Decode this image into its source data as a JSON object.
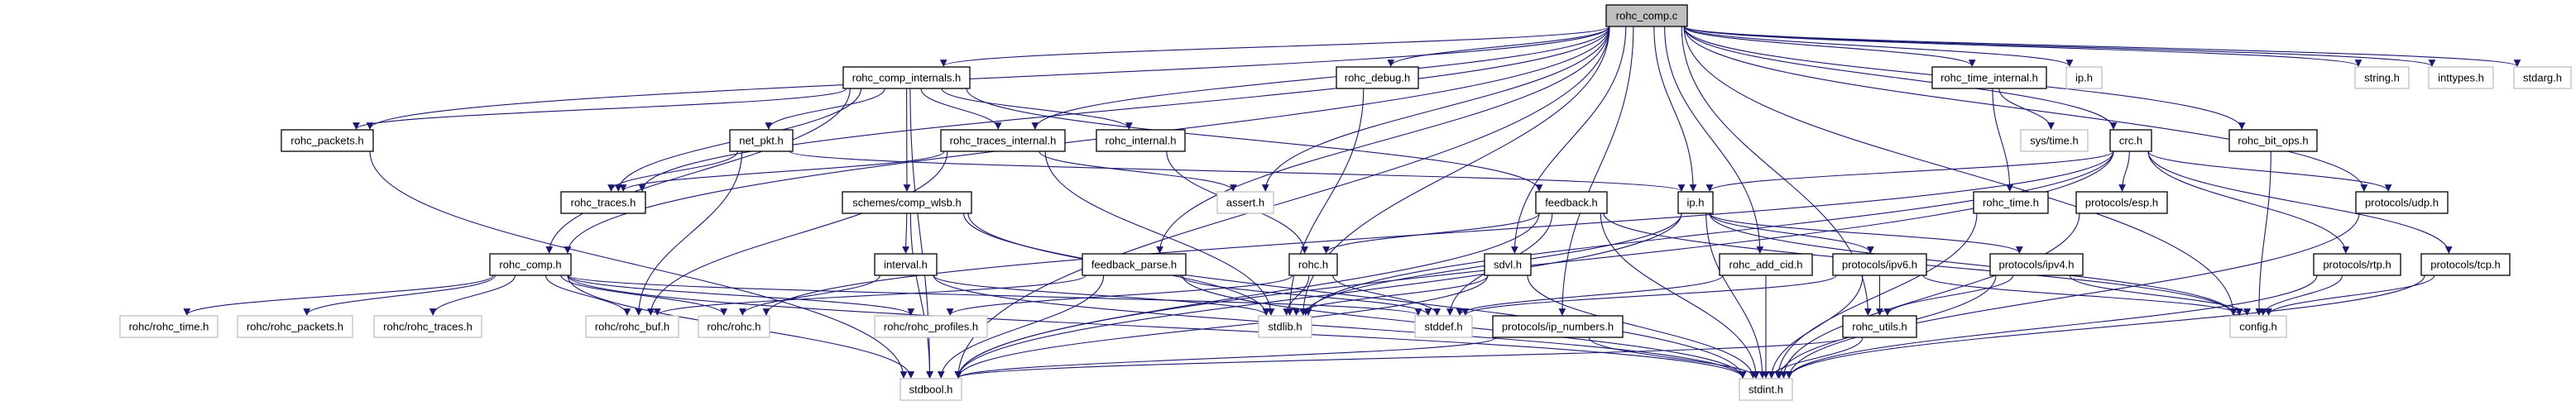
{
  "graph": {
    "edge_color": "#191970",
    "node_border_color": "#000000",
    "external_border_color": "#bfbfbf",
    "root_fill_color": "#bfbfbf",
    "nodes": [
      {
        "id": "rohc_comp_c",
        "label": "rohc_comp.c",
        "kind": "root"
      },
      {
        "id": "rohc_comp_internals_h",
        "label": "rohc_comp_internals.h",
        "kind": "documented"
      },
      {
        "id": "rohc_debug_h",
        "label": "rohc_debug.h",
        "kind": "documented"
      },
      {
        "id": "rohc_time_internal_h",
        "label": "rohc_time_internal.h",
        "kind": "documented"
      },
      {
        "id": "ip_h_sys",
        "label": "ip.h",
        "kind": "external"
      },
      {
        "id": "string_h",
        "label": "string.h",
        "kind": "external"
      },
      {
        "id": "inttypes_h",
        "label": "inttypes.h",
        "kind": "external"
      },
      {
        "id": "stdarg_h",
        "label": "stdarg.h",
        "kind": "external"
      },
      {
        "id": "rohc_packets_h",
        "label": "rohc_packets.h",
        "kind": "documented"
      },
      {
        "id": "net_pkt_h",
        "label": "net_pkt.h",
        "kind": "documented"
      },
      {
        "id": "rohc_traces_internal_h",
        "label": "rohc_traces_internal.h",
        "kind": "documented"
      },
      {
        "id": "rohc_internal_h",
        "label": "rohc_internal.h",
        "kind": "documented"
      },
      {
        "id": "sys_time_h",
        "label": "sys/time.h",
        "kind": "external"
      },
      {
        "id": "crc_h",
        "label": "crc.h",
        "kind": "documented"
      },
      {
        "id": "rohc_bit_ops_h",
        "label": "rohc_bit_ops.h",
        "kind": "documented"
      },
      {
        "id": "rohc_traces_h",
        "label": "rohc_traces.h",
        "kind": "documented"
      },
      {
        "id": "schemes_comp_wlsb_h",
        "label": "schemes/comp_wlsb.h",
        "kind": "documented"
      },
      {
        "id": "assert_h",
        "label": "assert.h",
        "kind": "external"
      },
      {
        "id": "feedback_h",
        "label": "feedback.h",
        "kind": "documented"
      },
      {
        "id": "ip_h",
        "label": "ip.h",
        "kind": "documented"
      },
      {
        "id": "rohc_time_h",
        "label": "rohc_time.h",
        "kind": "documented"
      },
      {
        "id": "protocols_esp_h",
        "label": "protocols/esp.h",
        "kind": "documented"
      },
      {
        "id": "protocols_udp_h",
        "label": "protocols/udp.h",
        "kind": "documented"
      },
      {
        "id": "rohc_comp_h",
        "label": "rohc_comp.h",
        "kind": "documented"
      },
      {
        "id": "interval_h",
        "label": "interval.h",
        "kind": "documented"
      },
      {
        "id": "feedback_parse_h",
        "label": "feedback_parse.h",
        "kind": "documented"
      },
      {
        "id": "rohc_h",
        "label": "rohc.h",
        "kind": "documented"
      },
      {
        "id": "sdvl_h",
        "label": "sdvl.h",
        "kind": "documented"
      },
      {
        "id": "rohc_add_cid_h",
        "label": "rohc_add_cid.h",
        "kind": "documented"
      },
      {
        "id": "protocols_ipv6_h",
        "label": "protocols/ipv6.h",
        "kind": "documented"
      },
      {
        "id": "protocols_ipv4_h",
        "label": "protocols/ipv4.h",
        "kind": "documented"
      },
      {
        "id": "protocols_rtp_h",
        "label": "protocols/rtp.h",
        "kind": "documented"
      },
      {
        "id": "protocols_tcp_h",
        "label": "protocols/tcp.h",
        "kind": "documented"
      },
      {
        "id": "rohc_rohc_time_h",
        "label": "rohc/rohc_time.h",
        "kind": "external"
      },
      {
        "id": "rohc_rohc_packets_h",
        "label": "rohc/rohc_packets.h",
        "kind": "external"
      },
      {
        "id": "rohc_rohc_traces_h",
        "label": "rohc/rohc_traces.h",
        "kind": "external"
      },
      {
        "id": "rohc_rohc_buf_h",
        "label": "rohc/rohc_buf.h",
        "kind": "external"
      },
      {
        "id": "rohc_rohc_h",
        "label": "rohc/rohc.h",
        "kind": "external"
      },
      {
        "id": "rohc_rohc_profiles_h",
        "label": "rohc/rohc_profiles.h",
        "kind": "external"
      },
      {
        "id": "stdlib_h",
        "label": "stdlib.h",
        "kind": "external"
      },
      {
        "id": "stddef_h",
        "label": "stddef.h",
        "kind": "external"
      },
      {
        "id": "protocols_ip_numbers_h",
        "label": "protocols/ip_numbers.h",
        "kind": "documented"
      },
      {
        "id": "rohc_utils_h",
        "label": "rohc_utils.h",
        "kind": "documented"
      },
      {
        "id": "config_h",
        "label": "config.h",
        "kind": "external"
      },
      {
        "id": "stdbool_h",
        "label": "stdbool.h",
        "kind": "external"
      },
      {
        "id": "stdint_h",
        "label": "stdint.h",
        "kind": "external"
      }
    ],
    "edges": [
      [
        "rohc_comp_c",
        "stdbool_h"
      ],
      [
        "rohc_comp_c",
        "rohc_packets_h"
      ],
      [
        "rohc_comp_c",
        "rohc_comp_internals_h"
      ],
      [
        "rohc_comp_c",
        "rohc_comp_h"
      ],
      [
        "rohc_comp_c",
        "rohc_traces_h"
      ],
      [
        "rohc_comp_c",
        "rohc_traces_internal_h"
      ],
      [
        "rohc_comp_c",
        "rohc_debug_h"
      ],
      [
        "rohc_comp_c",
        "assert_h"
      ],
      [
        "rohc_comp_c",
        "stdlib_h"
      ],
      [
        "rohc_comp_c",
        "feedback_parse_h"
      ],
      [
        "rohc_comp_c",
        "sdvl_h"
      ],
      [
        "rohc_comp_c",
        "protocols_ip_numbers_h"
      ],
      [
        "rohc_comp_c",
        "rohc_add_cid_h"
      ],
      [
        "rohc_comp_c",
        "rohc_utils_h"
      ],
      [
        "rohc_comp_c",
        "rohc_time_internal_h"
      ],
      [
        "rohc_comp_c",
        "ip_h_sys"
      ],
      [
        "rohc_comp_c",
        "crc_h"
      ],
      [
        "rohc_comp_c",
        "rohc_bit_ops_h"
      ],
      [
        "rohc_comp_c",
        "protocols_udp_h"
      ],
      [
        "rohc_comp_c",
        "config_h"
      ],
      [
        "rohc_comp_c",
        "string_h"
      ],
      [
        "rohc_comp_c",
        "inttypes_h"
      ],
      [
        "rohc_comp_c",
        "stdarg_h"
      ],
      [
        "rohc_comp_c",
        "ip_h"
      ],
      [
        "rohc_comp_internals_h",
        "rohc_packets_h"
      ],
      [
        "rohc_comp_internals_h",
        "net_pkt_h"
      ],
      [
        "rohc_comp_internals_h",
        "rohc_traces_internal_h"
      ],
      [
        "rohc_comp_internals_h",
        "rohc_internal_h"
      ],
      [
        "rohc_comp_internals_h",
        "schemes_comp_wlsb_h"
      ],
      [
        "rohc_comp_internals_h",
        "feedback_h"
      ],
      [
        "rohc_comp_internals_h",
        "rohc_comp_h"
      ],
      [
        "rohc_comp_internals_h",
        "rohc_traces_h"
      ],
      [
        "rohc_comp_internals_h",
        "stdbool_h"
      ],
      [
        "net_pkt_h",
        "rohc_traces_h"
      ],
      [
        "net_pkt_h",
        "rohc_rohc_buf_h"
      ],
      [
        "net_pkt_h",
        "ip_h"
      ],
      [
        "rohc_traces_internal_h",
        "rohc_traces_h"
      ],
      [
        "rohc_traces_internal_h",
        "assert_h"
      ],
      [
        "rohc_traces_internal_h",
        "stdlib_h"
      ],
      [
        "rohc_traces_internal_h",
        "rohc_rohc_buf_h"
      ],
      [
        "rohc_internal_h",
        "rohc_h"
      ],
      [
        "rohc_packets_h",
        "stdbool_h"
      ],
      [
        "rohc_debug_h",
        "stdlib_h"
      ],
      [
        "schemes_comp_wlsb_h",
        "interval_h"
      ],
      [
        "schemes_comp_wlsb_h",
        "stdbool_h"
      ],
      [
        "schemes_comp_wlsb_h",
        "stdint_h"
      ],
      [
        "schemes_comp_wlsb_h",
        "stdlib_h"
      ],
      [
        "interval_h",
        "rohc_rohc_h"
      ],
      [
        "interval_h",
        "stdint_h"
      ],
      [
        "interval_h",
        "stdlib_h"
      ],
      [
        "rohc_comp_h",
        "rohc_rohc_time_h"
      ],
      [
        "rohc_comp_h",
        "rohc_rohc_packets_h"
      ],
      [
        "rohc_comp_h",
        "rohc_rohc_traces_h"
      ],
      [
        "rohc_comp_h",
        "rohc_rohc_buf_h"
      ],
      [
        "rohc_comp_h",
        "rohc_rohc_h"
      ],
      [
        "rohc_comp_h",
        "rohc_rohc_profiles_h"
      ],
      [
        "rohc_comp_h",
        "stdbool_h"
      ],
      [
        "rohc_comp_h",
        "stdint_h"
      ],
      [
        "rohc_comp_h",
        "stddef_h"
      ],
      [
        "feedback_parse_h",
        "rohc_rohc_buf_h"
      ],
      [
        "feedback_parse_h",
        "stdbool_h"
      ],
      [
        "feedback_parse_h",
        "stdint_h"
      ],
      [
        "feedback_parse_h",
        "stddef_h"
      ],
      [
        "rohc_h",
        "stdlib_h"
      ],
      [
        "rohc_h",
        "stddef_h"
      ],
      [
        "rohc_h",
        "rohc_rohc_profiles_h"
      ],
      [
        "feedback_h",
        "rohc_h"
      ],
      [
        "feedback_h",
        "stdbool_h"
      ],
      [
        "feedback_h",
        "stdint_h"
      ],
      [
        "feedback_h",
        "stddef_h"
      ],
      [
        "feedback_h",
        "config_h"
      ],
      [
        "sdvl_h",
        "stdlib_h"
      ],
      [
        "sdvl_h",
        "stdbool_h"
      ],
      [
        "sdvl_h",
        "stdint_h"
      ],
      [
        "ip_h",
        "protocols_ipv6_h"
      ],
      [
        "ip_h",
        "protocols_ipv4_h"
      ],
      [
        "ip_h",
        "stdlib_h"
      ],
      [
        "ip_h",
        "stdint_h"
      ],
      [
        "ip_h",
        "stdbool_h"
      ],
      [
        "ip_h",
        "config_h"
      ],
      [
        "rohc_add_cid_h",
        "stdint_h"
      ],
      [
        "rohc_add_cid_h",
        "stddef_h"
      ],
      [
        "protocols_ipv6_h",
        "rohc_utils_h"
      ],
      [
        "protocols_ipv6_h",
        "stdint_h"
      ],
      [
        "protocols_ipv6_h",
        "config_h"
      ],
      [
        "protocols_ipv6_h",
        "stddef_h"
      ],
      [
        "protocols_ipv4_h",
        "rohc_utils_h"
      ],
      [
        "protocols_ipv4_h",
        "stdint_h"
      ],
      [
        "protocols_ipv4_h",
        "config_h"
      ],
      [
        "rohc_utils_h",
        "stdint_h"
      ],
      [
        "rohc_utils_h",
        "stdbool_h"
      ],
      [
        "protocols_ip_numbers_h",
        "stdint_h"
      ],
      [
        "protocols_ip_numbers_h",
        "stdbool_h"
      ],
      [
        "rohc_time_internal_h",
        "sys_time_h"
      ],
      [
        "rohc_time_internal_h",
        "rohc_time_h"
      ],
      [
        "rohc_time_h",
        "stdint_h"
      ],
      [
        "crc_h",
        "ip_h"
      ],
      [
        "crc_h",
        "protocols_esp_h"
      ],
      [
        "crc_h",
        "protocols_udp_h"
      ],
      [
        "crc_h",
        "protocols_rtp_h"
      ],
      [
        "crc_h",
        "protocols_tcp_h"
      ],
      [
        "crc_h",
        "rohc_rohc_h"
      ],
      [
        "crc_h",
        "stdbool_h"
      ],
      [
        "crc_h",
        "stdlib_h"
      ],
      [
        "protocols_esp_h",
        "stdint_h"
      ],
      [
        "protocols_udp_h",
        "stdint_h"
      ],
      [
        "rohc_bit_ops_h",
        "config_h"
      ],
      [
        "protocols_rtp_h",
        "config_h"
      ],
      [
        "protocols_rtp_h",
        "stdint_h"
      ],
      [
        "protocols_tcp_h",
        "config_h"
      ],
      [
        "protocols_tcp_h",
        "stdint_h"
      ]
    ]
  }
}
